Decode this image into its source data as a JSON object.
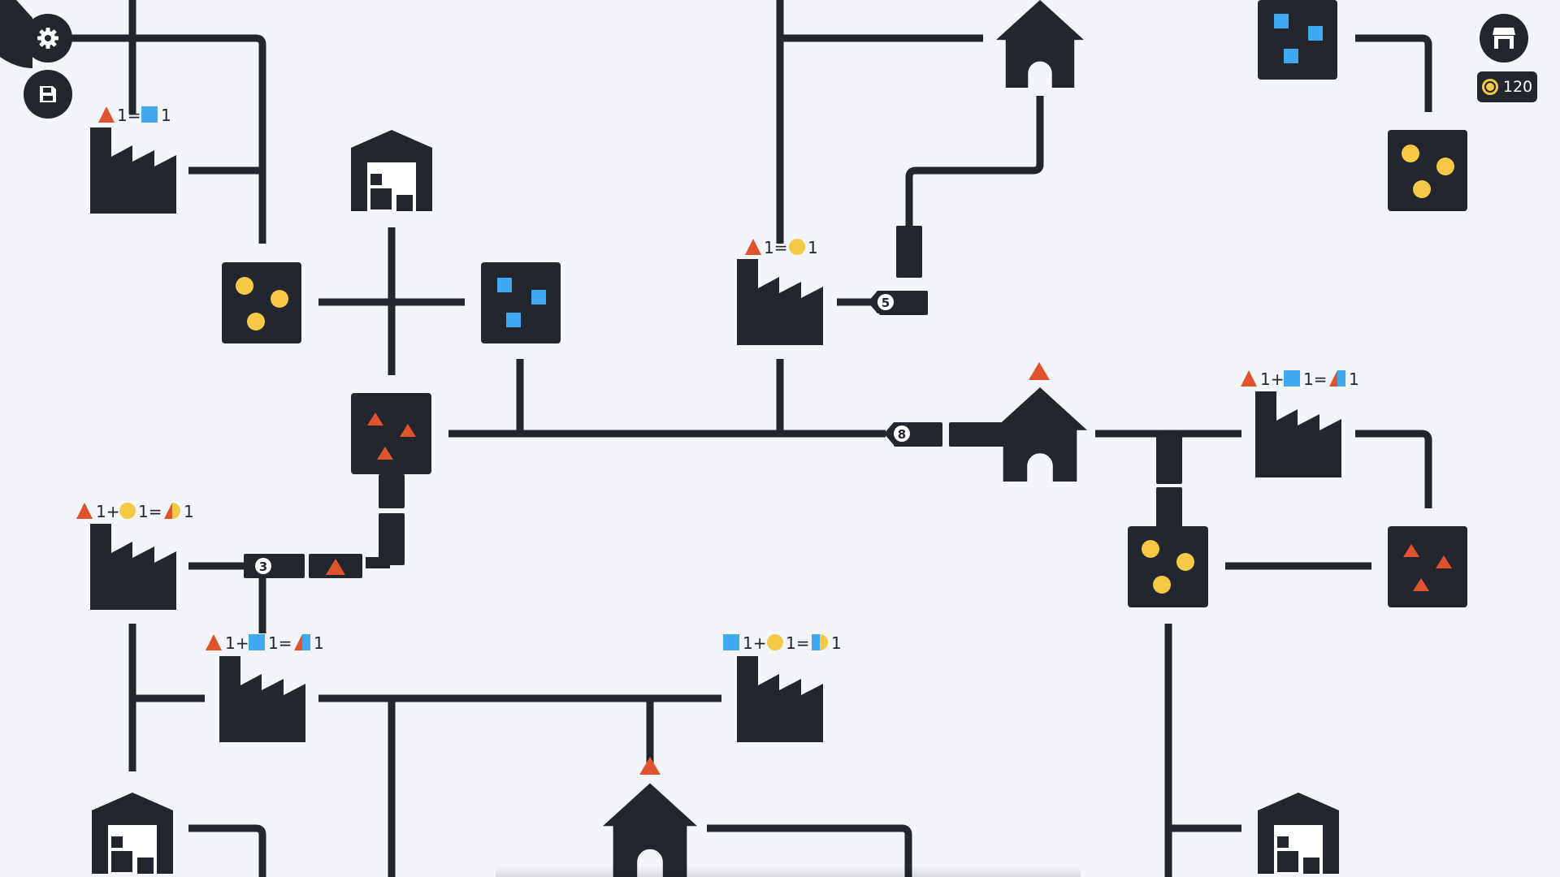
{
  "colors": {
    "background": "#f3f5f9",
    "ink": "#23262d",
    "triangle": "#e0532f",
    "square": "#41a8f2",
    "circle": "#f5c945",
    "white": "#ffffff"
  },
  "hud": {
    "settings_icon": "gear-icon",
    "save_icon": "save-icon",
    "shop_icon": "shop-icon",
    "coins": "120"
  },
  "belt_counters": {
    "belt_a": "5",
    "belt_b": "8",
    "belt_c": "3"
  },
  "recipes": {
    "r1": {
      "lhs_a": "1=",
      "rhs": "1"
    },
    "r2": {
      "lhs_a": "1=",
      "rhs": "1"
    },
    "r3": {
      "lhs_a": "1+",
      "lhs_b": "1=",
      "rhs": "1"
    },
    "r4": {
      "lhs_a": "1+",
      "lhs_b": "1=",
      "rhs": "1"
    },
    "r5": {
      "lhs_a": "1+",
      "lhs_b": "1=",
      "rhs": "1"
    },
    "r6": {
      "lhs_a": "1+",
      "lhs_b": "1=",
      "rhs": "1"
    }
  },
  "entities": {
    "sources": [
      "square-source",
      "circle-source",
      "circle-source",
      "square-source",
      "triangle-source",
      "circle-source",
      "triangle-source"
    ],
    "factories": [
      "factory",
      "factory",
      "factory",
      "factory",
      "factory",
      "factory"
    ],
    "houses": [
      "house",
      "house",
      "house"
    ],
    "warehouses": [
      "warehouse",
      "warehouse",
      "warehouse"
    ]
  }
}
